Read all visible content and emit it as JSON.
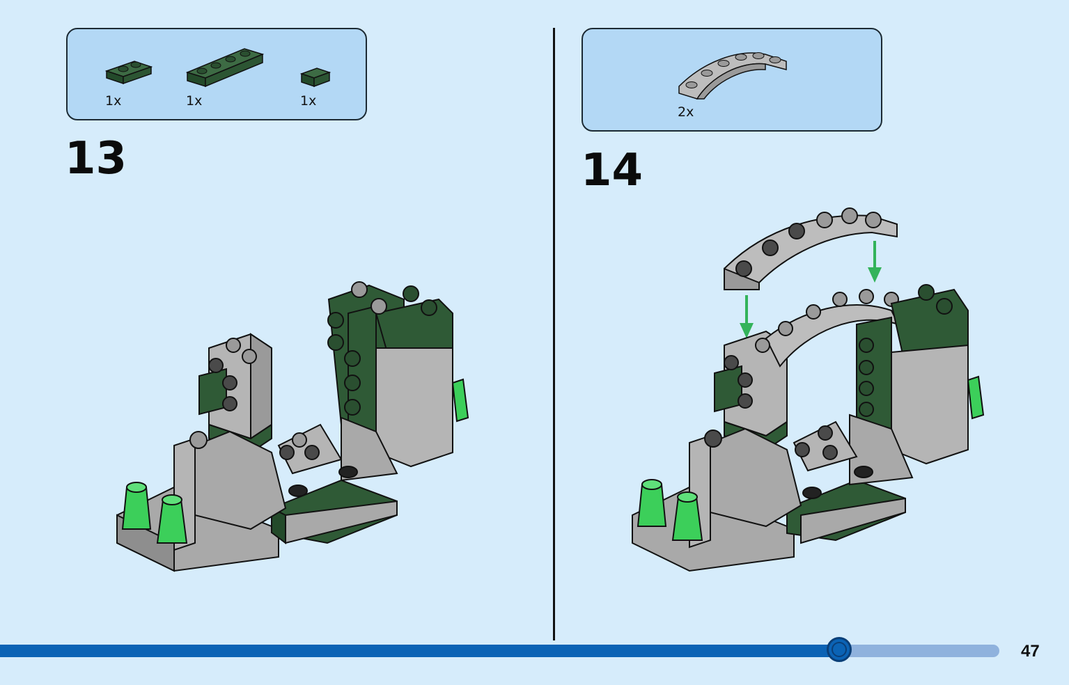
{
  "steps": [
    {
      "number": "13",
      "parts": [
        {
          "icon": "dark-green-plate-1x2",
          "quantity": "1x"
        },
        {
          "icon": "dark-green-plate-1x4",
          "quantity": "1x"
        },
        {
          "icon": "dark-green-tile-1x1",
          "quantity": "1x"
        }
      ]
    },
    {
      "number": "14",
      "parts": [
        {
          "icon": "gray-arch-plate-1x6",
          "quantity": "2x"
        }
      ]
    }
  ],
  "footer": {
    "page_number": "47",
    "progress_percent": 84
  },
  "colors": {
    "background": "#d6ecfb",
    "parts_box": "#b3d8f5",
    "dark_green": "#2f5a36",
    "gray_brick": "#a9a9a9",
    "bright_green": "#3ccf5a",
    "progress_fill": "#0b63b5",
    "progress_track": "#8fb2dd"
  }
}
